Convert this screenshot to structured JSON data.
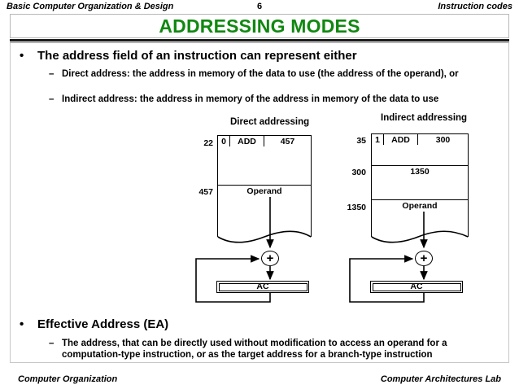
{
  "header": {
    "left": "Basic Computer Organization & Design",
    "page": "6",
    "right": "Instruction codes"
  },
  "title": {
    "text": "ADDRESSING MODES",
    "color": "#118811"
  },
  "bullets": {
    "b1": "The address field of an instruction can represent either",
    "b1_sub1": "Direct address: the address in memory of the data to use (the address of the operand), or",
    "b1_sub2": "Indirect address: the address in memory of the address in memory of the data to use",
    "b2": "Effective Address (EA)",
    "b2_sub1": "The address, that can be directly used without modification to access an operand for a computation-type instruction, or as the target address for a branch-type instruction",
    "bullet_marker": "•",
    "dash_marker": "–"
  },
  "diagrams": {
    "direct": {
      "title": "Direct addressing",
      "instruction_addr": "22",
      "mode_bit": "0",
      "opcode": "ADD",
      "address_field": "457",
      "operand_addr": "457",
      "operand_label": "Operand",
      "ac_label": "AC",
      "adder_symbol": "+"
    },
    "indirect": {
      "title": "Indirect addressing",
      "instruction_addr": "35",
      "mode_bit": "1",
      "opcode": "ADD",
      "address_field": "300",
      "pointer_addr": "300",
      "pointer_value": "1350",
      "operand_addr": "1350",
      "operand_label": "Operand",
      "ac_label": "AC",
      "adder_symbol": "+"
    }
  },
  "footer": {
    "left": "Computer Organization",
    "right": "Computer Architectures Lab"
  }
}
